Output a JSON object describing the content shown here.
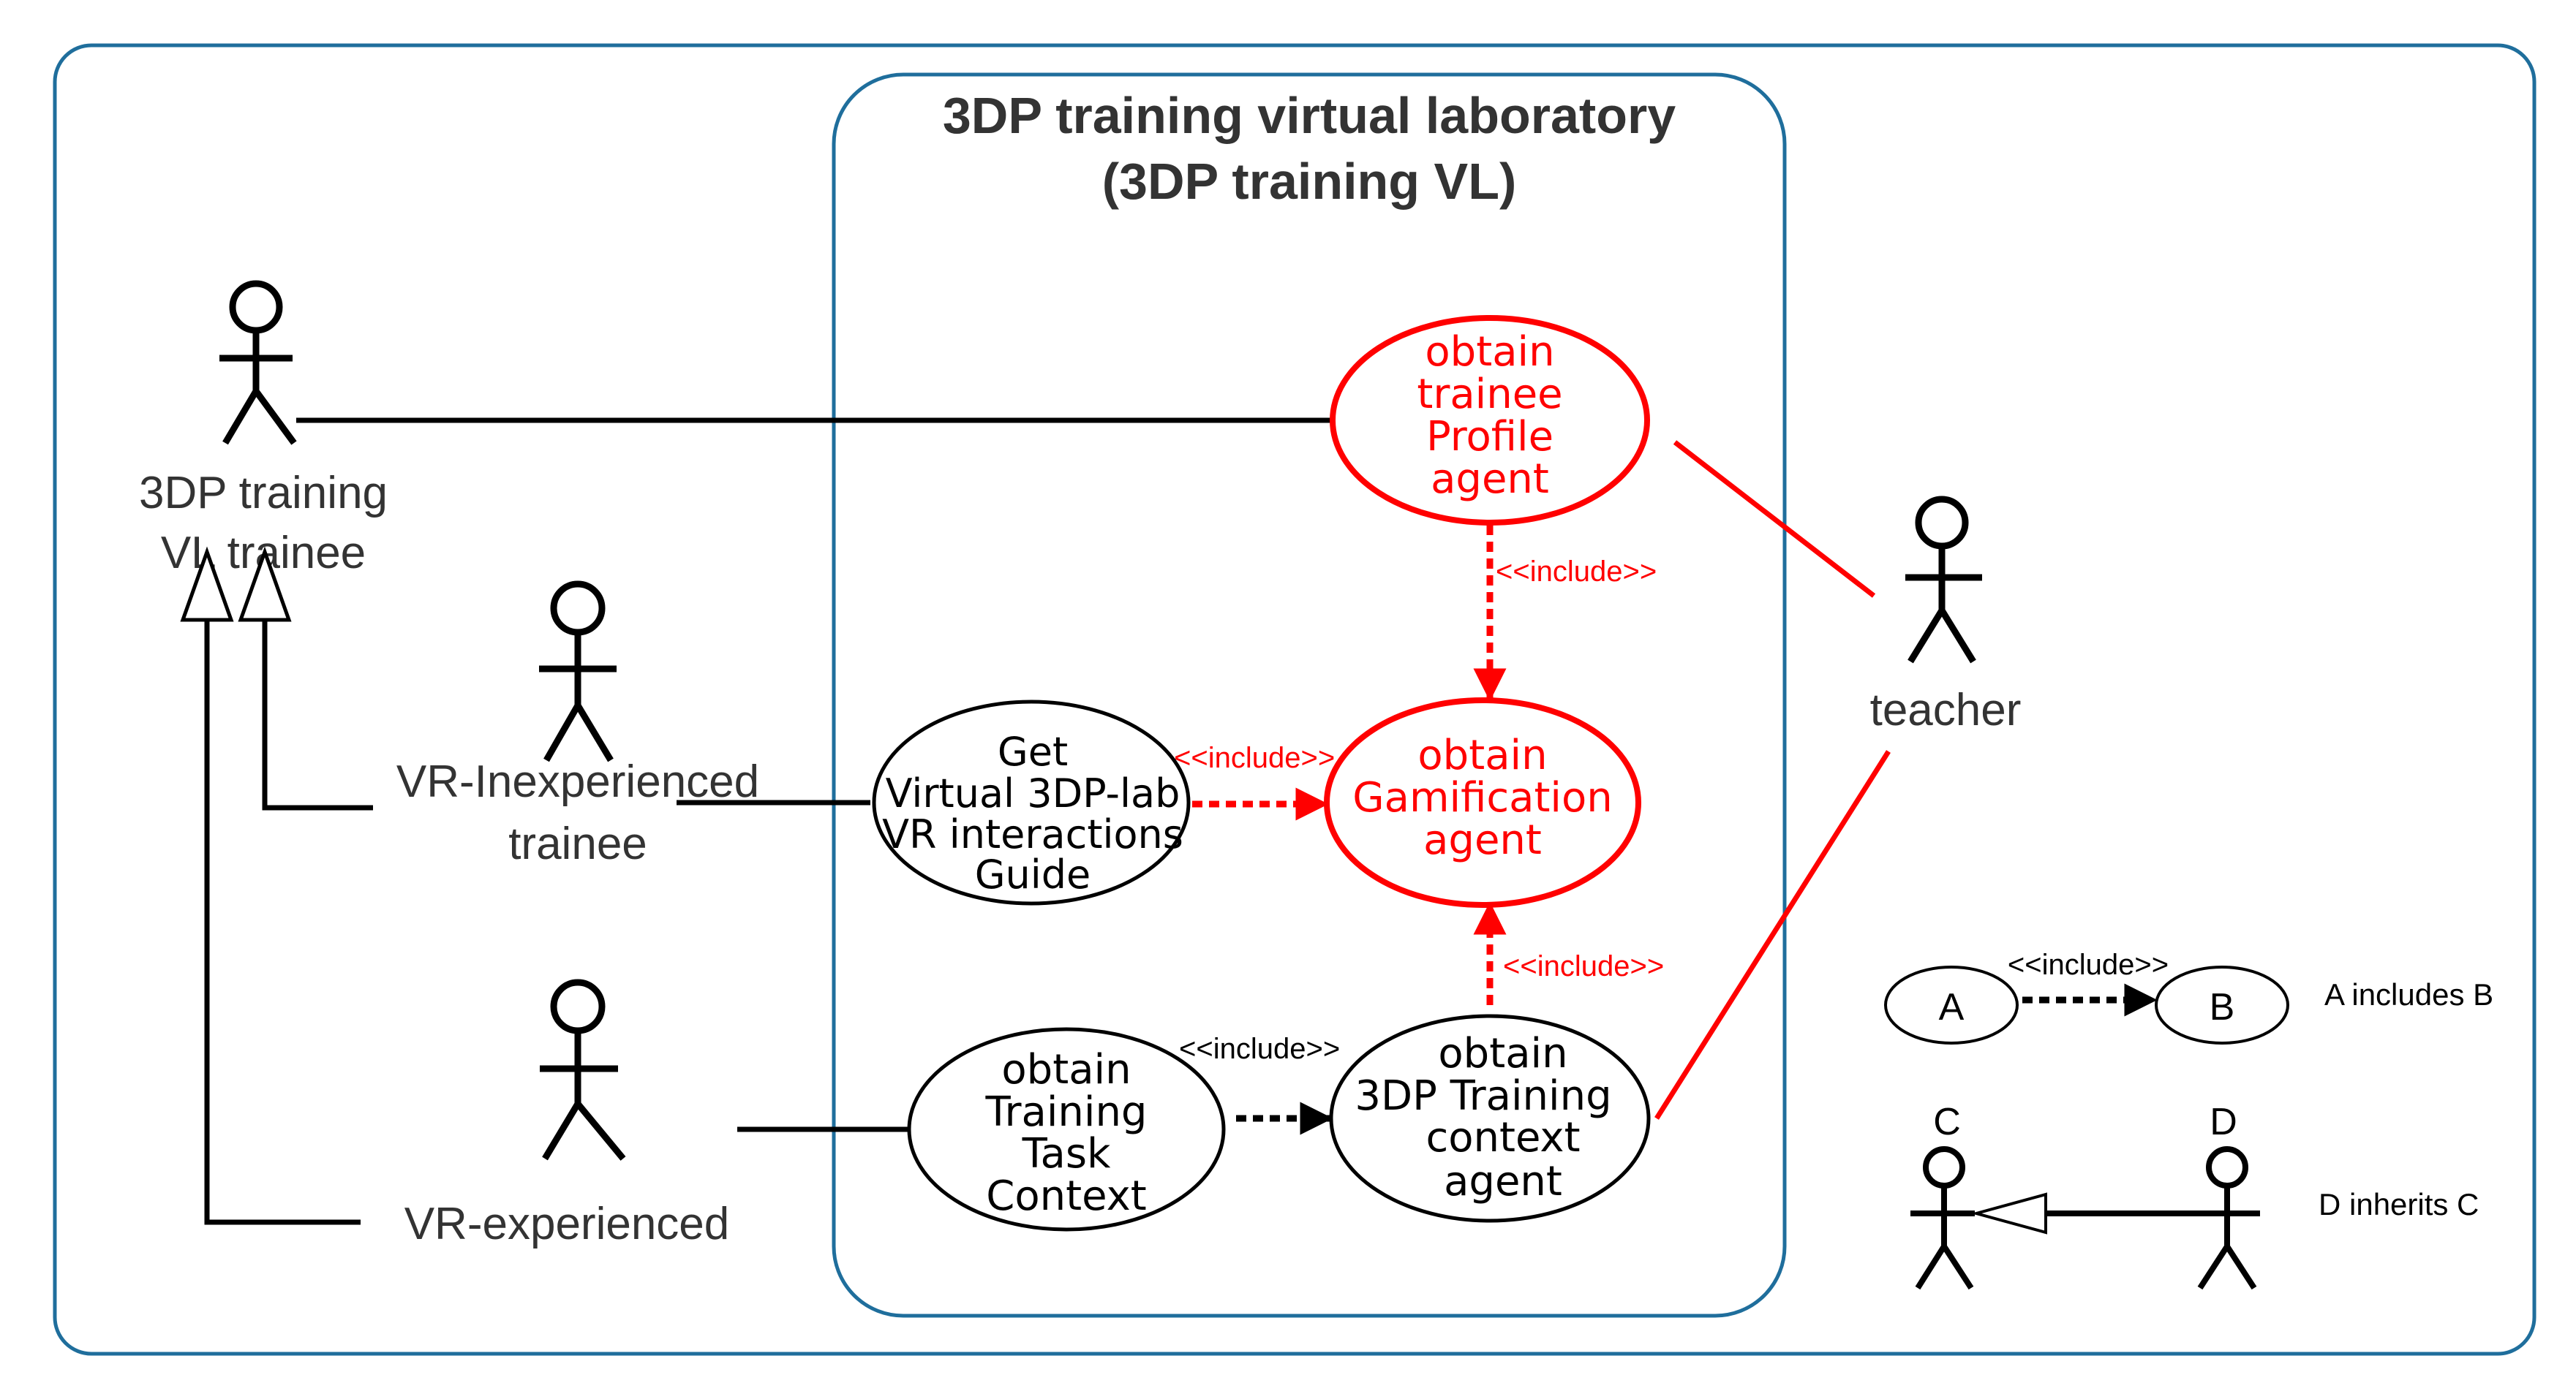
{
  "system": {
    "title_line1": "3DP training virtual laboratory",
    "title_line2": "(3DP training VL)"
  },
  "actors": {
    "trainee": {
      "line1": "3DP training",
      "line2": "VL trainee"
    },
    "inexperienced": {
      "line1": "VR-Inexperienced",
      "line2": "trainee"
    },
    "experienced": {
      "label": "VR-experienced"
    },
    "teacher": {
      "label": "teacher"
    }
  },
  "use_cases": {
    "profile_agent": {
      "lines": [
        "obtain",
        "trainee",
        "Profile",
        "agent"
      ],
      "color": "#ff0000"
    },
    "gamification_agent": {
      "lines": [
        "obtain",
        "Gamification",
        "agent"
      ],
      "color": "#ff0000"
    },
    "vr_guide": {
      "lines": [
        "Get",
        "Virtual 3DP-lab",
        "VR interactions",
        "Guide"
      ],
      "color": "#000000"
    },
    "task_context": {
      "lines": [
        "obtain",
        "Training",
        "Task",
        "Context"
      ],
      "color": "#000000"
    },
    "context_agent": {
      "lines": [
        "obtain",
        "3DP Training",
        "context",
        "agent"
      ],
      "color": "#000000"
    }
  },
  "relations": {
    "include_label": "<<include>>"
  },
  "legend": {
    "a": "A",
    "b": "B",
    "include_label": "<<include>>",
    "a_includes_b": "A includes B",
    "c": "C",
    "d": "D",
    "d_inherits_c": "D inherits C"
  },
  "colors": {
    "frame": "#1f6e9c",
    "highlight": "#ff0000",
    "ink": "#000000",
    "actor_text": "#333333"
  }
}
